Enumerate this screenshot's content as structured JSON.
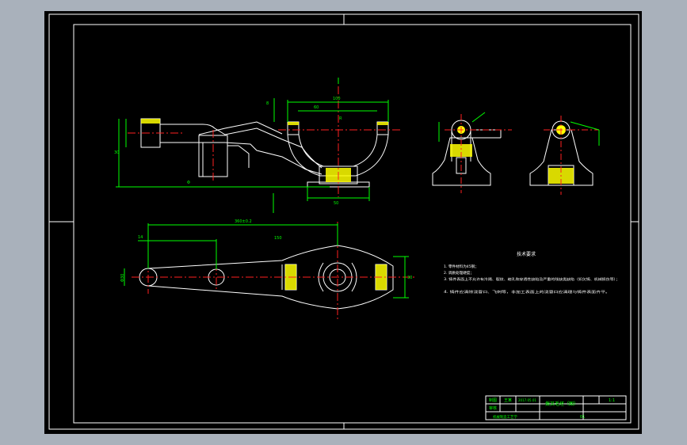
{
  "colors": {
    "background": "#a9b1bb",
    "canvas": "#000000",
    "outline": "#ffffff",
    "dimension": "#00ff00",
    "centerline": "#ff2020",
    "section_fill": "#ffff00",
    "text": "#ffffff"
  },
  "front_view": {
    "dimensions": [
      "100",
      "60",
      "R",
      "30",
      "Φ",
      "8",
      "50"
    ]
  },
  "top_view": {
    "dimensions": [
      "360±0.2",
      "14",
      "150",
      "Φ30",
      "30"
    ]
  },
  "tech_requirements": {
    "title": "技术要求",
    "items": [
      "1. 零件材料为45钢；",
      "2. 调质处理硬度；",
      "3. 铸件表面上不允许有冷隔、裂纹、缩孔和穿透性缺陷及严重的残缺类缺陷（如欠铸、机械损伤等）；",
      "4. 铸件应清除浇冒口、飞刺等，非加工表面上的浇冒口应清理与铸件表面齐平。"
    ]
  },
  "title_block": {
    "part_name": "拨叉毛坯（图）",
    "scale": "1:1",
    "drawn_label": "制图",
    "drawn_name": "王某",
    "date": "2017.05.01",
    "checked_label": "审核",
    "school": "机械制造工艺学",
    "sheet": "01"
  }
}
